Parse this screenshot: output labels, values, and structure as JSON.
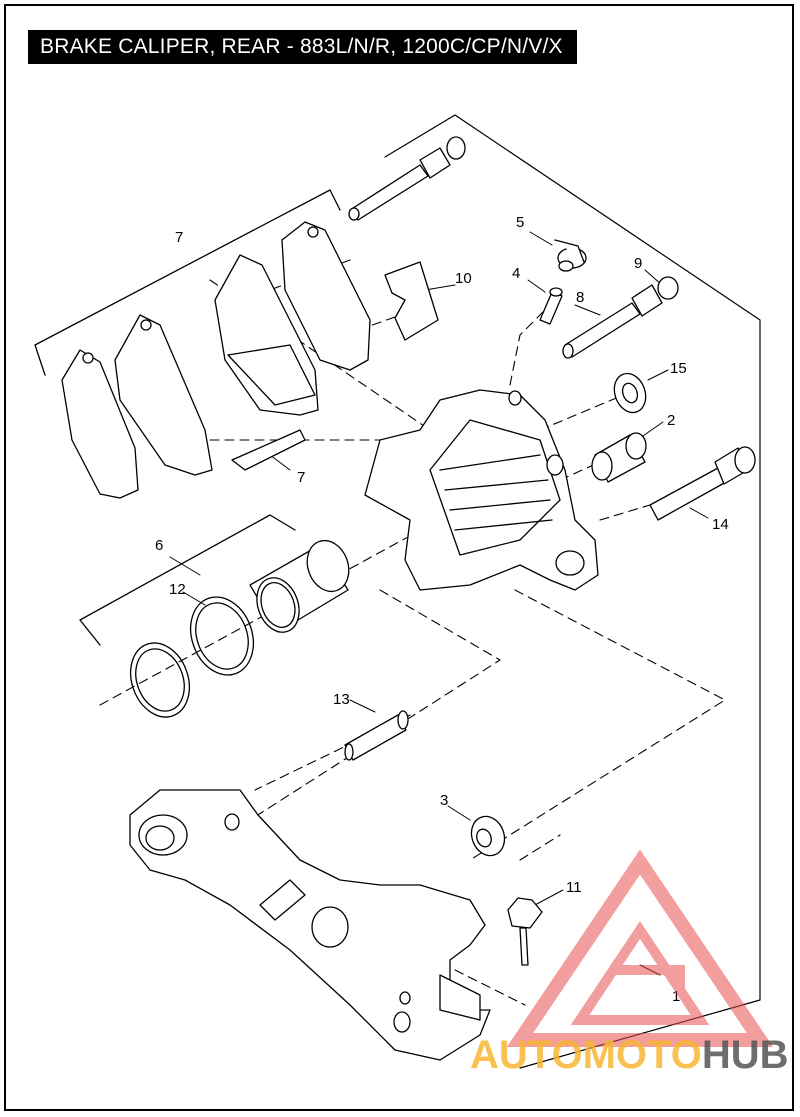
{
  "title": "BRAKE CALIPER, REAR - 883L/N/R, 1200C/CP/N/V/X",
  "callouts": {
    "c1": "1",
    "c2": "2",
    "c3": "3",
    "c4": "4",
    "c5": "5",
    "c6": "6",
    "c7a": "7",
    "c7b": "7",
    "c8": "8",
    "c9": "9",
    "c10": "10",
    "c11": "11",
    "c12": "12",
    "c13": "13",
    "c14": "14",
    "c15": "15"
  },
  "watermark": {
    "part1": "AUTO",
    "part2": "MOTO",
    "part3": "HUB",
    "colors": {
      "auto": "#f7b733",
      "moto": "#f7b733",
      "hub": "#555555",
      "logo": "#e8504f"
    }
  }
}
